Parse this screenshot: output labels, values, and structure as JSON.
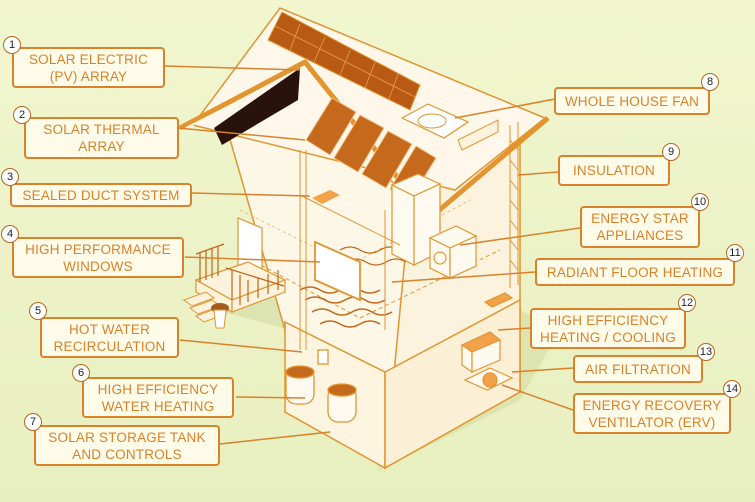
{
  "colors": {
    "accent": "#d9822b",
    "line": "#e2952f",
    "roof_solar": "#b85a14",
    "dark_glass": "#2a120c",
    "background": "#eef3c8",
    "label_fill": "#fffbe9"
  },
  "callouts": [
    {
      "num": "1",
      "lines": [
        "SOLAR ELECTRIC",
        "(PV) ARRAY"
      ]
    },
    {
      "num": "2",
      "lines": [
        "SOLAR THERMAL",
        "ARRAY"
      ]
    },
    {
      "num": "3",
      "lines": [
        "SEALED DUCT SYSTEM"
      ]
    },
    {
      "num": "4",
      "lines": [
        "HIGH PERFORMANCE",
        "WINDOWS"
      ]
    },
    {
      "num": "5",
      "lines": [
        "HOT WATER",
        "RECIRCULATION"
      ]
    },
    {
      "num": "6",
      "lines": [
        "HIGH EFFICIENCY",
        "WATER HEATING"
      ]
    },
    {
      "num": "7",
      "lines": [
        "SOLAR STORAGE TANK",
        "AND CONTROLS"
      ]
    },
    {
      "num": "8",
      "lines": [
        "WHOLE HOUSE FAN"
      ]
    },
    {
      "num": "9",
      "lines": [
        "INSULATION"
      ]
    },
    {
      "num": "10",
      "lines": [
        "ENERGY STAR",
        "APPLIANCES"
      ]
    },
    {
      "num": "11",
      "lines": [
        "RADIANT FLOOR HEATING"
      ]
    },
    {
      "num": "12",
      "lines": [
        "HIGH EFFICIENCY",
        "HEATING / COOLING"
      ]
    },
    {
      "num": "13",
      "lines": [
        "AIR FILTRATION"
      ]
    },
    {
      "num": "14",
      "lines": [
        "ENERGY RECOVERY",
        "VENTILATOR (ERV)"
      ]
    }
  ]
}
